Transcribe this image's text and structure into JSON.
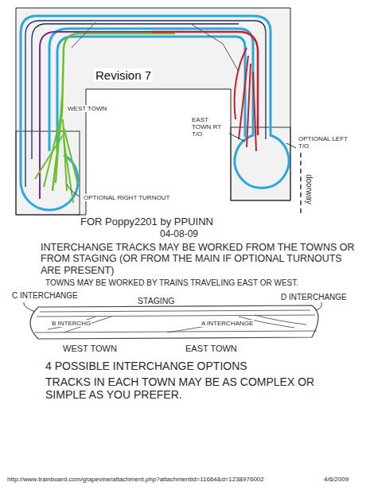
{
  "diagram": {
    "title": "Revision 7",
    "labels": [
      "WEST TOWN",
      "EAST TOWN RT T/O",
      "OPTIONAL LEFT T/O",
      "OPTIONAL RIGHT TURNOUT",
      "doorway",
      "FOR Poppy2201 by PPUINN",
      "04-08-09",
      "INTERCHANGE TRACKS MAY BE WORKED FROM THE TOWNS OR FROM STAGING (OR FROM THE MAIN IF OPTIONAL TURNOUTS ARE PRESENT)",
      "TOWNS MAY BE WORKED BY TRAINS TRAVELING EAST OR WEST.",
      "C INTERCHANGE",
      "STAGING",
      "B INTERCHG",
      "A INTERCHANGE",
      "D INTERCHANGE",
      "WEST TOWN",
      "EAST TOWN",
      "4 POSSIBLE INTERCHANGE OPTIONS",
      "TRACKS IN EACH TOWN MAY BE AS COMPLEX OR SIMPLE AS YOU PREFER.",
      "http://www.trainboard.com/grapevine/attachment.php?attachmentid=11664&d=1238976002",
      "4/6/2009"
    ]
  }
}
